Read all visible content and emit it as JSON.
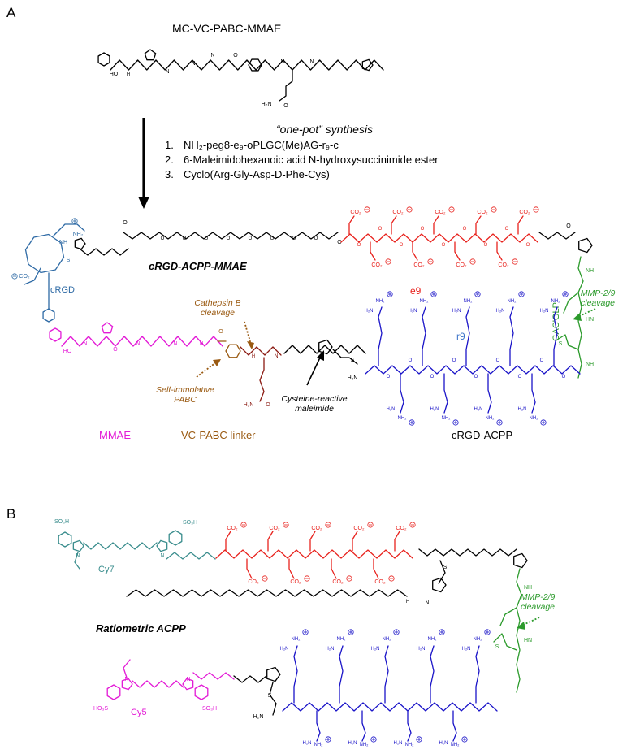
{
  "colors": {
    "black": "#000000",
    "red": "#e8221d",
    "blue": "#1a14c8",
    "green": "#2b9a2b",
    "magenta": "#e31ad6",
    "brown": "#9a5a12",
    "darkred": "#8b1a12",
    "teal": "#3a8d8d",
    "steelblue": "#2e6aa5",
    "r9blue": "#3b73c9"
  },
  "panel_a": {
    "label": "A",
    "reagent_title": "MC-VC-PABC-MMAE",
    "synthesis_title": "“one-pot” synthesis",
    "steps": [
      {
        "num": "1.",
        "text": "NH₂-peg8-e₉-oPLGC(Me)AG-r₉-c"
      },
      {
        "num": "2.",
        "text": "6-Maleimidohexanoic acid N-hydroxysuccinimide ester"
      },
      {
        "num": "3.",
        "text": "Cyclo(Arg-Gly-Asp-D-Phe-Cys)"
      }
    ],
    "product_title": "cRGD-ACPP-MMAE",
    "labels": {
      "crgd": "cRGD",
      "e9": "e9",
      "r9": "r9",
      "gacglp": "GAC'GLP",
      "mmp": "MMP-2/9\ncleavage",
      "cathepsin": "Cathepsin B\ncleavage",
      "self_immolative": "Self-immolative\nPABC",
      "cysteine_reactive": "Cysteine-reactive\nmaleimide"
    },
    "bottom_labels": {
      "mmae": "MMAE",
      "linker": "VC-PABC linker",
      "acpp": "cRGD-ACPP"
    }
  },
  "panel_b": {
    "label": "B",
    "title": "Ratiometric ACPP",
    "labels": {
      "cy7": "Cy7",
      "cy5": "Cy5",
      "mmp": "MMP-2/9\ncleavage"
    }
  },
  "atoms": {
    "co2": "CO₂",
    "nh2": "NH₂",
    "h2n": "H₂N",
    "so3h": "SO₃H",
    "ho3s": "HO₃S",
    "nh": "NH",
    "hn": "HN",
    "n": "N",
    "h": "H",
    "o": "O",
    "s": "S",
    "ho": "HO"
  }
}
